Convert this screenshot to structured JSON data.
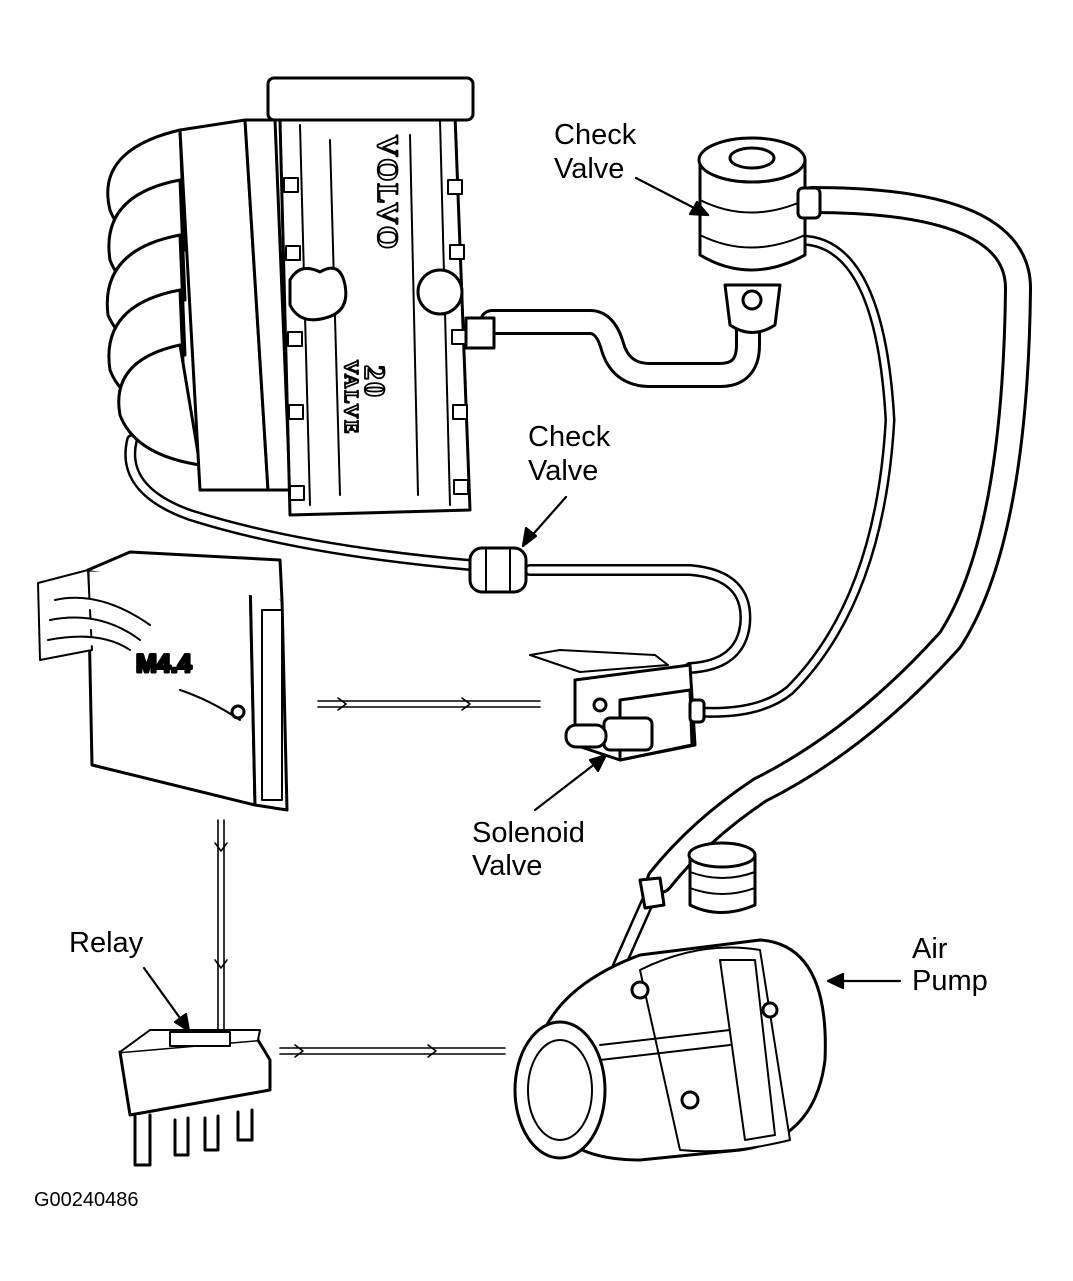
{
  "labels": {
    "check_valve_top": [
      "Check",
      "Valve"
    ],
    "check_valve_mid": [
      "Check",
      "Valve"
    ],
    "solenoid_valve": [
      "Solenoid",
      "Valve"
    ],
    "air_pump": [
      "Air",
      "Pump"
    ],
    "relay": "Relay",
    "control_module": "M4.4",
    "engine_brand": "VOLVO",
    "engine_badge_num": "20",
    "engine_badge_word": "VALVE",
    "figure_id": "G00240486"
  },
  "colors": {
    "ink": "#000000",
    "paper": "#ffffff"
  }
}
